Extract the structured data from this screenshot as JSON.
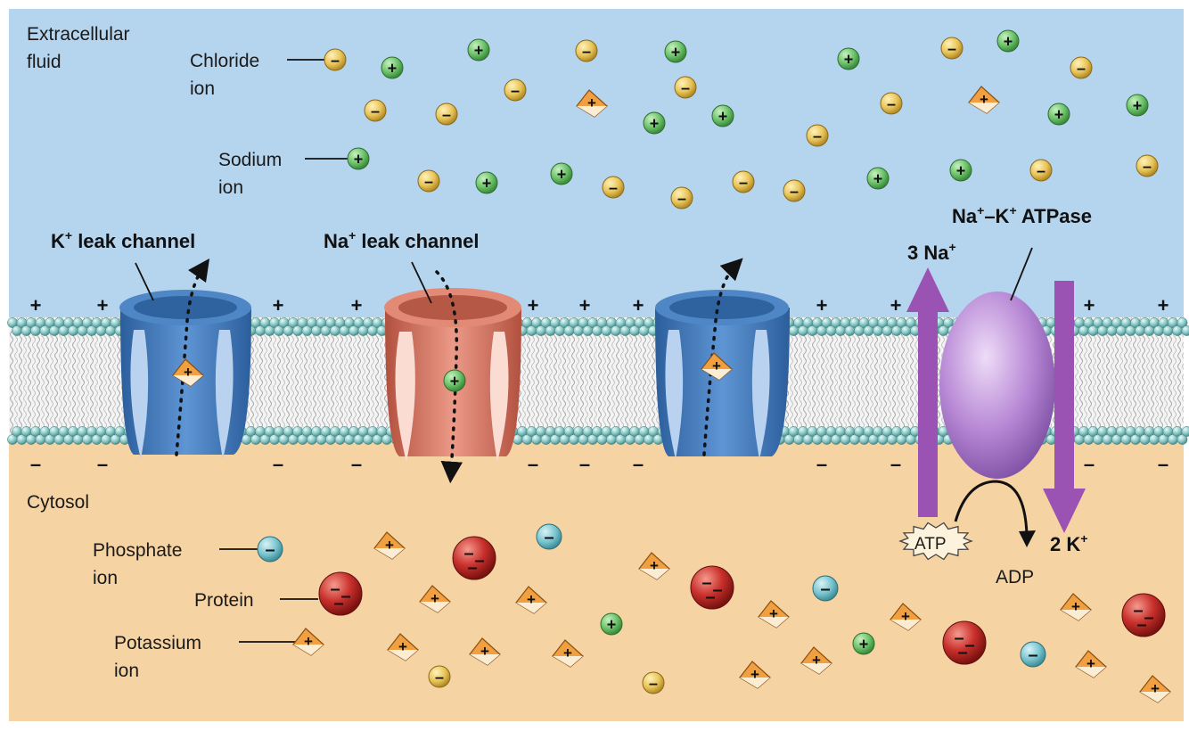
{
  "labels": {
    "extracellular_line1": "Extracellular",
    "extracellular_line2": "fluid",
    "chloride_line1": "Chloride",
    "chloride_line2": "ion",
    "sodium_line1": "Sodium",
    "sodium_line2": "ion",
    "k_channel_base": "K",
    "k_channel_rest": " leak channel",
    "na_channel_base": "Na",
    "na_channel_rest": " leak channel",
    "pump_na": "Na",
    "pump_dash": "–K",
    "pump_rest": " ATPase",
    "three_na": "3 Na",
    "two_k": "2 K",
    "atp": "ATP",
    "adp": "ADP",
    "cytosol": "Cytosol",
    "phosphate_line1": "Phosphate",
    "phosphate_line2": "ion",
    "protein": "Protein",
    "potassium_line1": "Potassium",
    "potassium_line2": "ion"
  },
  "symbols": {
    "plus": "+",
    "minus": "–",
    "superscript_plus": "+"
  },
  "colors": {
    "extracellular": "#b5d4ee",
    "cytosol": "#f6d3a3",
    "sodium": "#6cc26a",
    "chloride": "#e8c55a",
    "potassium": "#f0a040",
    "phosphate": "#79c4cf",
    "protein": "#c9302c",
    "k_channel": "#3f78bd",
    "na_channel": "#d97563",
    "pump": "#b98ad6",
    "pump_arrow": "#9a52b3"
  }
}
